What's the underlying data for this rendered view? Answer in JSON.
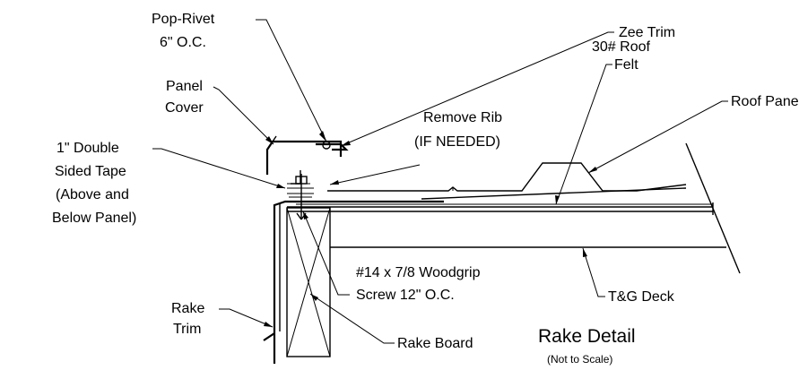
{
  "labels": {
    "pop_rivet": [
      "Pop-Rivet",
      "6\" O.C."
    ],
    "zee_trim": [
      "Zee Trim"
    ],
    "roof_felt": [
      "30# Roof",
      "Felt"
    ],
    "panel_cover": [
      "Panel",
      "Cover"
    ],
    "roof_panel": [
      "Roof Panel"
    ],
    "remove_rib": [
      "Remove Rib",
      "(IF NEEDED)"
    ],
    "tape": [
      "1\" Double",
      "Sided Tape",
      "(Above and",
      "Below Panel)"
    ],
    "screw": [
      "#14 x 7/8 Woodgrip",
      "Screw 12\" O.C."
    ],
    "tg_deck": [
      "T&G Deck"
    ],
    "rake_trim": [
      "Rake",
      "Trim"
    ],
    "rake_board": [
      "Rake Board"
    ]
  },
  "title": {
    "main": "Rake Detail",
    "sub": "(Not to Scale)"
  }
}
